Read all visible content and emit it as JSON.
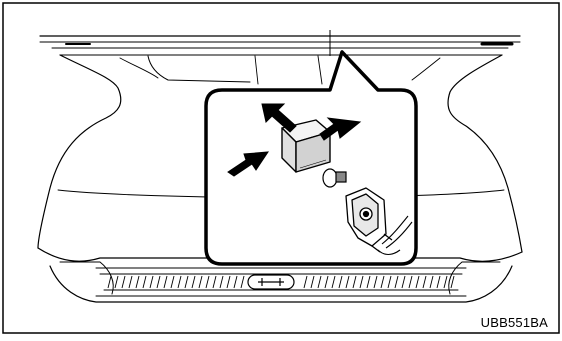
{
  "figure": {
    "code": "UBB551BA",
    "subject": "trunk-room-light-bulb-replacement",
    "parts": [
      "trunk-opening",
      "trunk-floor",
      "rear-sill-trim",
      "lamp-housing",
      "bulb",
      "lamp-socket",
      "wire-harness"
    ],
    "arrows": 3
  }
}
